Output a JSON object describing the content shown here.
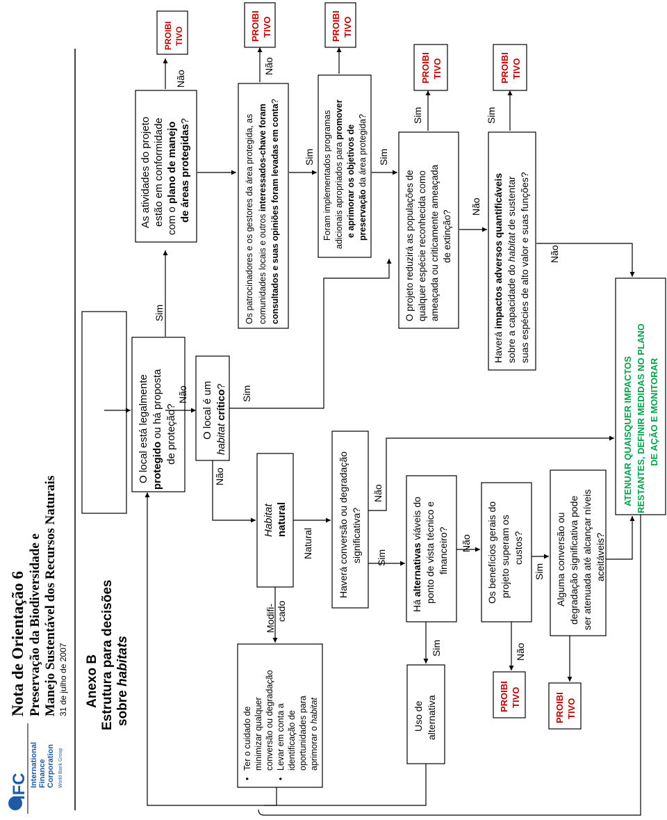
{
  "header": {
    "logo_letters": "IFC",
    "logo_lines": [
      "International",
      "Finance",
      "Corporation"
    ],
    "logo_tagline": "World Bank Group",
    "title": "Nota de Orientação 6",
    "subtitle_1": "Preservação da Biodiversidade e",
    "subtitle_2": "Manejo Sustentável dos Recursos Naturais",
    "date": "31 de julho de 2007"
  },
  "annex": {
    "title": "Anexo B",
    "line2": "Estrutura para decisões",
    "line3_prefix": "sobre ",
    "line3_italic": "habitats"
  },
  "nodes": {
    "q_legal_1": "O local está legalmente",
    "q_legal_2b": "protegido",
    "q_legal_2r": " ou há proposta",
    "q_legal_3": "de proteção?",
    "q_critical_1": "O local é um",
    "q_critical_2i": "habitat",
    "q_critical_2b": " crítico",
    "q_critical_2q": "?",
    "q_plan_1": "As atividades do projeto",
    "q_plan_2": "estão em conformidade",
    "q_plan_3r": "com o ",
    "q_plan_3b": "plano de manejo",
    "q_plan_4b": "de áreas protegidas",
    "q_plan_4q": "?",
    "q_stake_1": "Os patrocinadores e os gestores da área protegida, as",
    "q_stake_2r": "comunidades locais e outros ",
    "q_stake_2b": "interessados-chave foram",
    "q_stake_3b": "consultados e suas opiniões foram levadas em conta",
    "q_stake_3q": "?",
    "q_prog_1": "Foram implementados programas",
    "q_prog_2r": "adicionais apropriados para ",
    "q_prog_2b": "promover",
    "q_prog_3b": "e aprimorar os objetivos de",
    "q_prog_4b": "preservação",
    "q_prog_4r": " da área protegida?",
    "q_species_1": "O projeto reduzirá as populações de",
    "q_species_2": "qualquer espécie reconhecida como",
    "q_species_3": "ameaçada ou criticamente ameaçada",
    "q_species_4": "de extinção?",
    "q_impacts_1r": "Haverá ",
    "q_impacts_1b": "impactos adversos quantificáveis",
    "q_impacts_2r": "sobre a capacidade do ",
    "q_impacts_2i": "habitat",
    "q_impacts_2s": " de sustentar",
    "q_impacts_3": "suas espécies de alto valor e suas funções?",
    "habitat_natural_i": "Habitat",
    "habitat_natural_b": "natural",
    "modified_1": "Ter o cuidado de",
    "modified_2": "minimizar qualquer",
    "modified_3": "conversão ou degradação",
    "modified_4": "Levar em conta a",
    "modified_5": "identificação de",
    "modified_6": "oportunidades para",
    "modified_7r": "aprimorar o ",
    "modified_7i": "habitat",
    "q_conversion_1": "Haverá conversão ou degradação",
    "q_conversion_2": "significativa?",
    "q_alt_1r": "Há ",
    "q_alt_1b": "alternativas",
    "q_alt_1s": " viáveis do",
    "q_alt_2": "ponto de vista técnico e",
    "q_alt_3": "financeiro?",
    "use_alt_1": "Uso de",
    "use_alt_2": "alternativa",
    "q_benefits_1": "Os benefícios gerais do",
    "q_benefits_2": "projeto superam os",
    "q_benefits_3": "custos?",
    "q_mitig_1": "Alguma conversão ou",
    "q_mitig_2": "degradação significativa pode",
    "q_mitig_3": "ser atenuada até alcançar níveis",
    "q_mitig_4": "aceitáveis?",
    "final_1": "ATENUAR QUAISQUER IMPACTOS",
    "final_2": "RESTANTES, DEFINIR MEDIDAS NO PLANO",
    "final_3": "DE AÇÃO E MONITORAR",
    "prohib_1": "PROIBI",
    "prohib_2": "TIVO"
  },
  "labels": {
    "sim": "Sim",
    "nao": "Não",
    "natural": "Natural",
    "modified_1": "Modifi-",
    "modified_2": "cado"
  },
  "colors": {
    "prohibited": "#c00000",
    "final": "#00a24a",
    "ink": "#000000"
  }
}
